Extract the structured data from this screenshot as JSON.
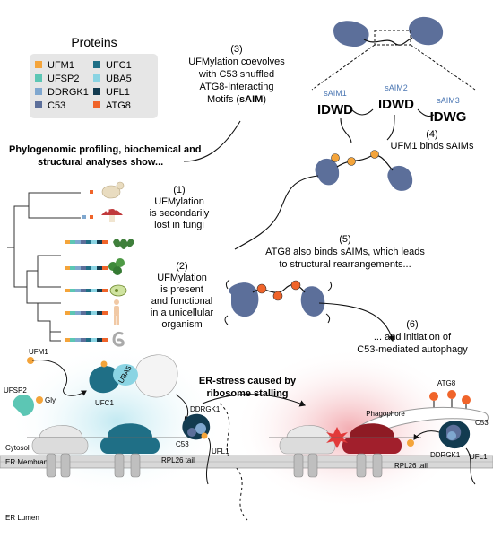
{
  "legend": {
    "title": "Proteins",
    "items": [
      {
        "label": "UFM1",
        "color": "#f4a43a"
      },
      {
        "label": "UFSP2",
        "color": "#5cc6b4"
      },
      {
        "label": "DDRGK1",
        "color": "#7fa7cf"
      },
      {
        "label": "C53",
        "color": "#5c6f9a"
      },
      {
        "label": "UFC1",
        "color": "#1f6f86"
      },
      {
        "label": "UBA5",
        "color": "#8ad4e3"
      },
      {
        "label": "UFL1",
        "color": "#123b50"
      },
      {
        "label": "ATG8",
        "color": "#f0642a"
      }
    ]
  },
  "intro": {
    "line1": "Phylogenomic profiling, biochemical and",
    "line2": "structural analyses show..."
  },
  "steps": {
    "s1": {
      "num": "(1)",
      "l1": "UFMylation",
      "l2": "is secondarily",
      "l3": "lost in fungi"
    },
    "s2": {
      "num": "(2)",
      "l1": "UFMylation",
      "l2": "is present",
      "l3": "and functional",
      "l4": "in a unicellular",
      "l5": "organism"
    },
    "s3": {
      "num": "(3)",
      "l1": "UFMylation coevolves",
      "l2": "with C53 shuffled",
      "l3": "ATG8-Interacting",
      "l4a": "Motifs (",
      "l4b": "sAIM",
      "l4c": ")"
    },
    "s4": {
      "num": "(4)",
      "l1": "UFM1 binds sAIMs"
    },
    "s5": {
      "num": "(5)",
      "l1": "ATG8 also binds sAIMs, which leads",
      "l2": "to structural rearrangements..."
    },
    "s6": {
      "num": "(6)",
      "l1": "... and initiation of",
      "l2": "C53-mediated autophagy"
    }
  },
  "saims": {
    "m1_label": "sAIM1",
    "m1_seq": "IDWD",
    "m2_label": "sAIM2",
    "m2_seq": "IDWD",
    "m3_label": "sAIM3",
    "m3_seq": "IDWG"
  },
  "bottom": {
    "stress_l1": "ER-stress caused by",
    "stress_l2": "ribosome stalling",
    "ufm1": "UFM1",
    "ufsp2": "UFSP2",
    "gly": "Gly",
    "ufc1": "UFC1",
    "uba5": "UBA5",
    "ddrgk1": "DDRGK1",
    "c53": "C53",
    "ufl1": "UFL1",
    "rpl26": "RPL26 tail",
    "cytosol": "Cytosol",
    "er_membrane": "ER Membrane",
    "er_lumen": "ER Lumen",
    "atg8": "ATG8",
    "phagophore": "Phagophore",
    "ddrgk1_r": "DDRGK1",
    "c53_r": "C53",
    "ufl1_r": "UFL1",
    "rpl26_r": "RPL26 tail"
  }
}
